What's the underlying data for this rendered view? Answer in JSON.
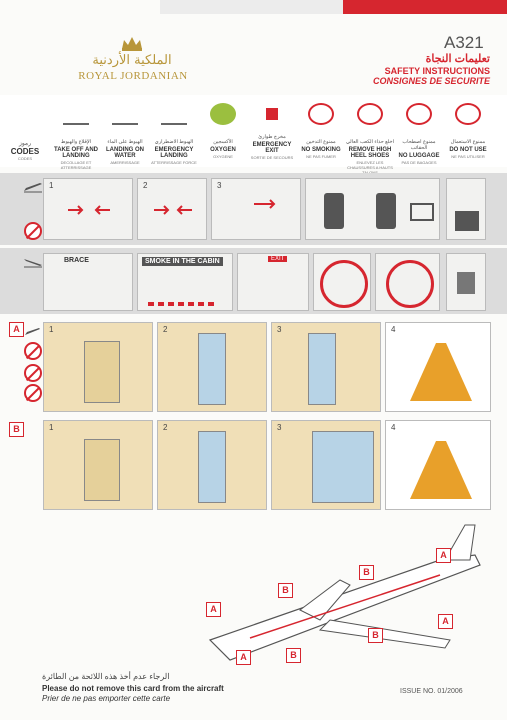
{
  "header": {
    "logo_arabic": "الملكية الأردنية",
    "logo_english": "ROYAL JORDANIAN",
    "model": "A321",
    "title_arabic": "تعليمات النجاة",
    "title_english": "SAFETY INSTRUCTIONS",
    "title_french": "CONSIGNES DE SECURITE"
  },
  "codes": {
    "heading_arabic": "رموز",
    "heading": "CODES",
    "heading_fr": "CODES",
    "items": [
      {
        "ar": "الإقلاع والهبوط",
        "en": "TAKE OFF AND LANDING",
        "fr": "DECOLLAGE ET ATTERRISSAGE",
        "icon": "plane-takeoff-icon"
      },
      {
        "ar": "الهبوط على الماء",
        "en": "LANDING ON WATER",
        "fr": "AMERRISSAGE",
        "icon": "water-landing-icon"
      },
      {
        "ar": "الهبوط الاضطراري",
        "en": "EMERGENCY LANDING",
        "fr": "ATTERRISSAGE FORCE",
        "icon": "emergency-landing-icon"
      },
      {
        "ar": "الأكسجين",
        "en": "OXYGEN",
        "fr": "OXYGENE",
        "icon": "oxygen-mask-icon"
      },
      {
        "ar": "مخرج طوارئ",
        "en": "EMERGENCY EXIT",
        "fr": "SORTIE DE SECOURS",
        "icon": "emergency-exit-icon"
      },
      {
        "ar": "ممنوع التدخين",
        "en": "NO SMOKING",
        "fr": "NE PAS FUMER",
        "icon": "no-smoking-icon"
      },
      {
        "ar": "اخلع حذاء الكعب العالي",
        "en": "REMOVE HIGH HEEL SHOES",
        "fr": "ENLEVEZ LES CHAUSSURES A HAUTS TALONS",
        "icon": "no-high-heels-icon"
      },
      {
        "ar": "ممنوع اصطحاب الحقائب",
        "en": "NO LUGGAGE",
        "fr": "PAS DE BAGAGES",
        "icon": "no-luggage-icon"
      },
      {
        "ar": "ممنوع الاستعمال",
        "en": "DO NOT USE",
        "fr": "NE PAS UTILISER",
        "icon": "do-not-use-icon"
      }
    ]
  },
  "seatbelt_row": {
    "steps": [
      "1",
      "2",
      "3"
    ]
  },
  "brace_row": {
    "brace_label": "BRACE",
    "smoke_label": "SMOKE IN THE CABIN",
    "exit_label": "EXIT"
  },
  "door_a": {
    "label": "A",
    "steps": [
      "1",
      "2",
      "3",
      "4"
    ]
  },
  "door_b": {
    "label": "B",
    "steps": [
      "1",
      "2",
      "3",
      "4"
    ]
  },
  "plane_labels": {
    "a": "A",
    "b": "B"
  },
  "footer": {
    "arabic": "الرجاء عدم أخذ هذه اللائحة من الطائرة",
    "english": "Please do not remove this card from the aircraft",
    "french": "Prier de ne pas emporter cette carte",
    "issue": "ISSUE NO. 01/2006"
  },
  "colors": {
    "accent": "#d6262f",
    "band": "#dcdcdc",
    "sand": "#f0dfb7",
    "slide": "#e8a02a"
  }
}
